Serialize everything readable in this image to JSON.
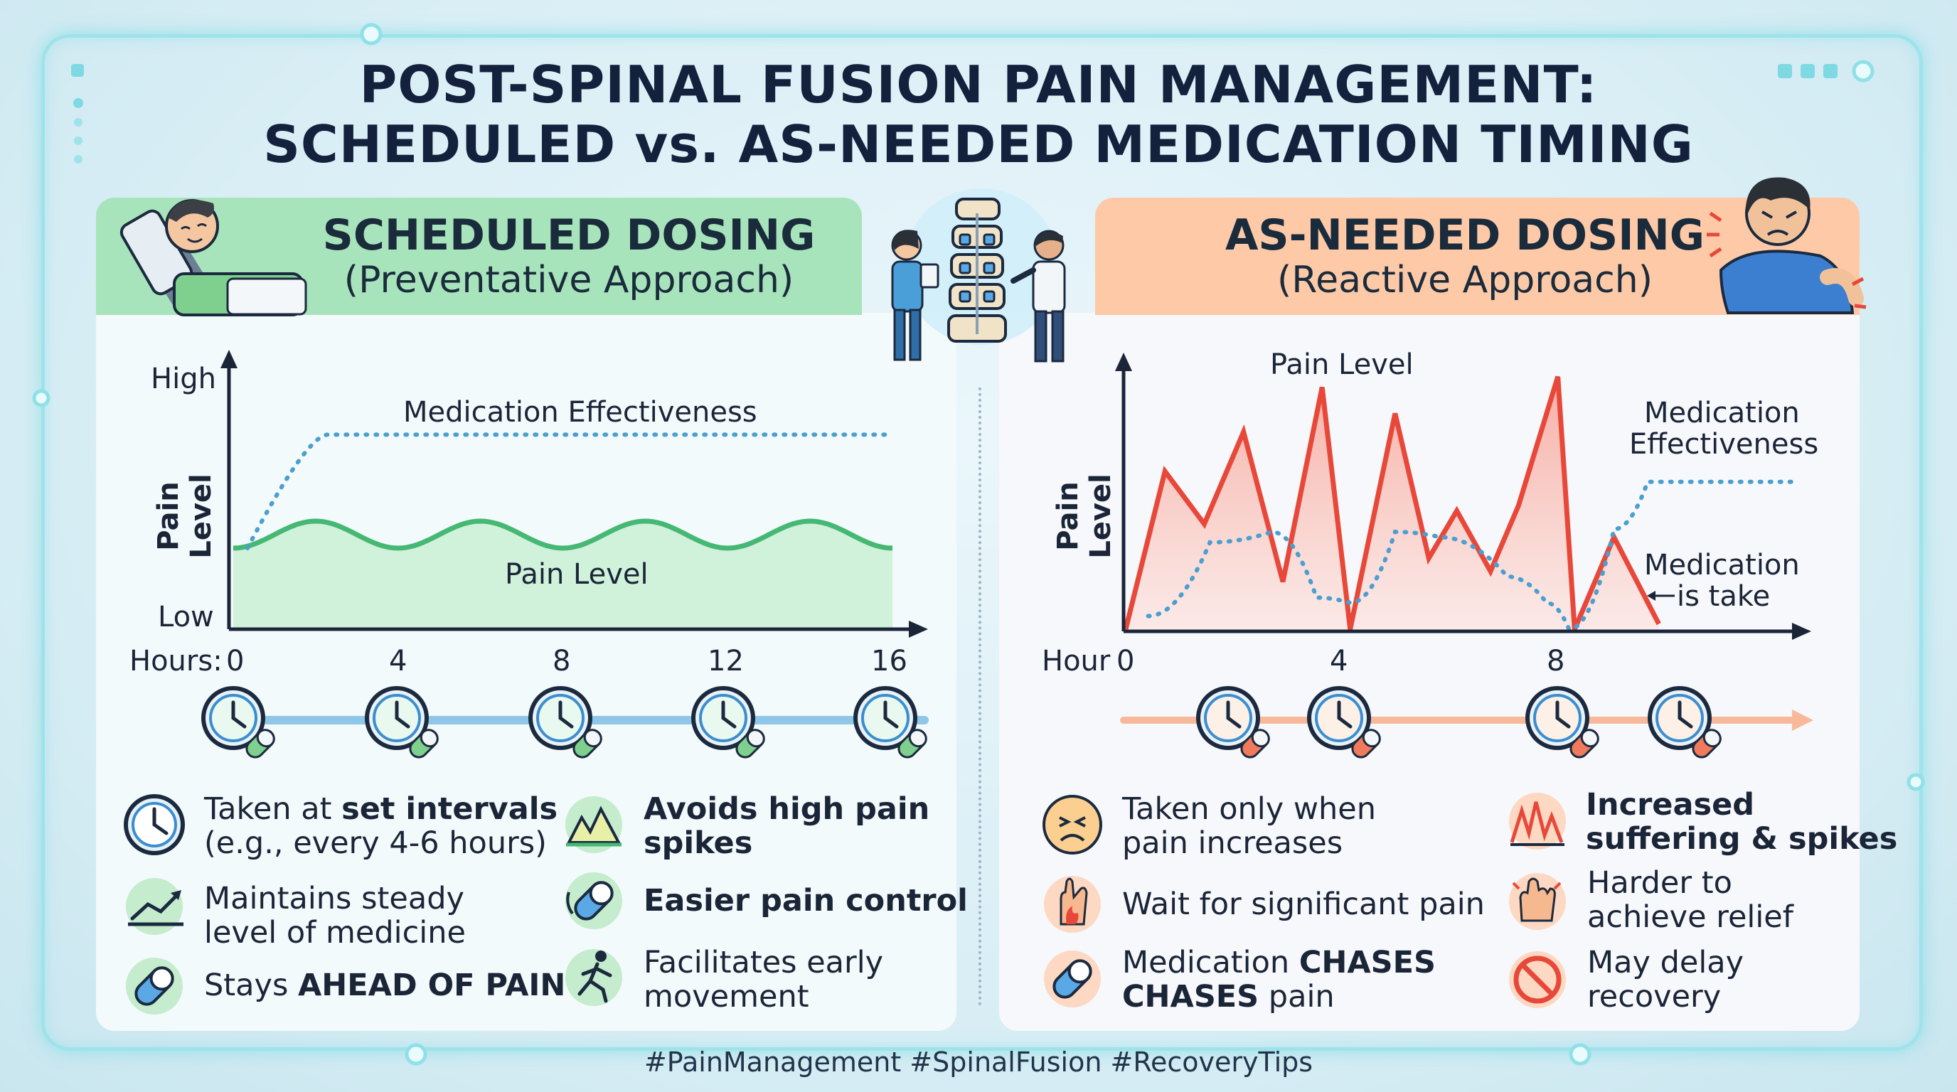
{
  "title": {
    "line1": "POST-SPINAL FUSION PAIN MANAGEMENT:",
    "line2": "SCHEDULED vs. AS-NEEDED MEDICATION TIMING"
  },
  "left": {
    "header_title": "SCHEDULED DOSING",
    "header_sub": "(Preventative Approach)",
    "chart": {
      "y_axis_label": "Pain Level",
      "y_high": "High",
      "y_low": "Low",
      "x_prefix": "Hours:",
      "ticks": [
        "0",
        "4",
        "8",
        "12",
        "16"
      ],
      "med_label": "Medication Effectiveness",
      "pain_label": "Pain Level"
    },
    "features": [
      {
        "icon": "clock-icon",
        "line1_a": "Taken at ",
        "line1_b": "set intervals",
        "line2": "(e.g., every 4-6 hours)"
      },
      {
        "icon": "trend-up-icon",
        "line1": "Maintains steady",
        "line2": "level of medicine"
      },
      {
        "icon": "capsule-icon",
        "line1_a": "Stays ",
        "line1_b": "AHEAD OF PAIN"
      },
      {
        "icon": "mountain-icon",
        "line1": "Avoids high pain",
        "line2": "spikes"
      },
      {
        "icon": "capsule-icon",
        "line1": "Easier pain control"
      },
      {
        "icon": "running-person-icon",
        "line1": "Facilitates early",
        "line2": "movement"
      }
    ]
  },
  "right": {
    "header_title": "AS-NEEDED DOSING",
    "header_sub": "(Reactive Approach)",
    "chart": {
      "y_axis_label": "Pain Level",
      "x_prefix": "Hour",
      "ticks": [
        "0",
        "4",
        "8"
      ],
      "pain_label": "Pain Level",
      "med_label_1": "Medication",
      "med_label_2": "Effectiveness",
      "taken_1": "Medication",
      "taken_2": "is take"
    },
    "features": [
      {
        "icon": "distressed-face-icon",
        "line1": "Taken only when",
        "line2": "pain increases"
      },
      {
        "icon": "flame-hand-icon",
        "line1": "Wait for significant pain"
      },
      {
        "icon": "capsule-icon",
        "line1_a": "Medication ",
        "line1_b": "CHASES",
        "line2_b": "CHASES",
        "line2_a": " pain"
      },
      {
        "icon": "spike-icon",
        "line1": "Increased",
        "line2": "suffering & spikes"
      },
      {
        "icon": "hand-icon",
        "line1": "Harder to",
        "line2": "achieve relief"
      },
      {
        "icon": "prohibited-icon",
        "line1": "May delay",
        "line2": "recovery"
      }
    ]
  },
  "hashtags": "#PainManagement #SpinalFusion #RecoveryTips",
  "chart_data": [
    {
      "type": "line",
      "title": "",
      "xlabel": "Hours",
      "ylabel": "Pain Level",
      "x": [
        0,
        4,
        8,
        12,
        16
      ],
      "y_ticks": [
        "Low",
        "High"
      ],
      "series": [
        {
          "name": "Medication Effectiveness",
          "style": "dotted",
          "color": "#4a9fd0",
          "x": [
            0,
            2,
            16
          ],
          "values": [
            0.3,
            0.72,
            0.72
          ]
        },
        {
          "name": "Pain Level",
          "style": "solid-area",
          "color": "#45b873",
          "x": [
            0,
            2,
            4,
            6,
            8,
            10,
            12,
            14,
            16
          ],
          "values": [
            0.3,
            0.4,
            0.3,
            0.4,
            0.3,
            0.4,
            0.3,
            0.4,
            0.3
          ]
        }
      ]
    },
    {
      "type": "line",
      "title": "",
      "xlabel": "Hour",
      "ylabel": "Pain Level",
      "x": [
        0,
        4,
        8
      ],
      "series": [
        {
          "name": "Pain Level",
          "style": "solid-area",
          "color": "#e8483a",
          "x": [
            0,
            0.7,
            1.4,
            2.1,
            2.8,
            3.5,
            4.0,
            4.8,
            5.4,
            5.9,
            6.5,
            7.0,
            7.7,
            8.0,
            8.7,
            9.5
          ],
          "values": [
            0,
            0.6,
            0.4,
            0.75,
            0.18,
            0.92,
            0,
            0.82,
            0.27,
            0.45,
            0.22,
            0.47,
            0.96,
            0,
            0.35,
            0.02
          ]
        },
        {
          "name": "Medication Effectiveness",
          "style": "dotted",
          "color": "#4a9fd0",
          "x": [
            0.4,
            1.5,
            2.6,
            3.4,
            4.0,
            4.8,
            5.6,
            6.8,
            7.5,
            7.9,
            8.7,
            9.3,
            12.0
          ],
          "values": [
            0.05,
            0.33,
            0.37,
            0.12,
            0.1,
            0.37,
            0.35,
            0.2,
            0.1,
            0.0,
            0.38,
            0.56,
            0.56
          ]
        }
      ]
    }
  ]
}
